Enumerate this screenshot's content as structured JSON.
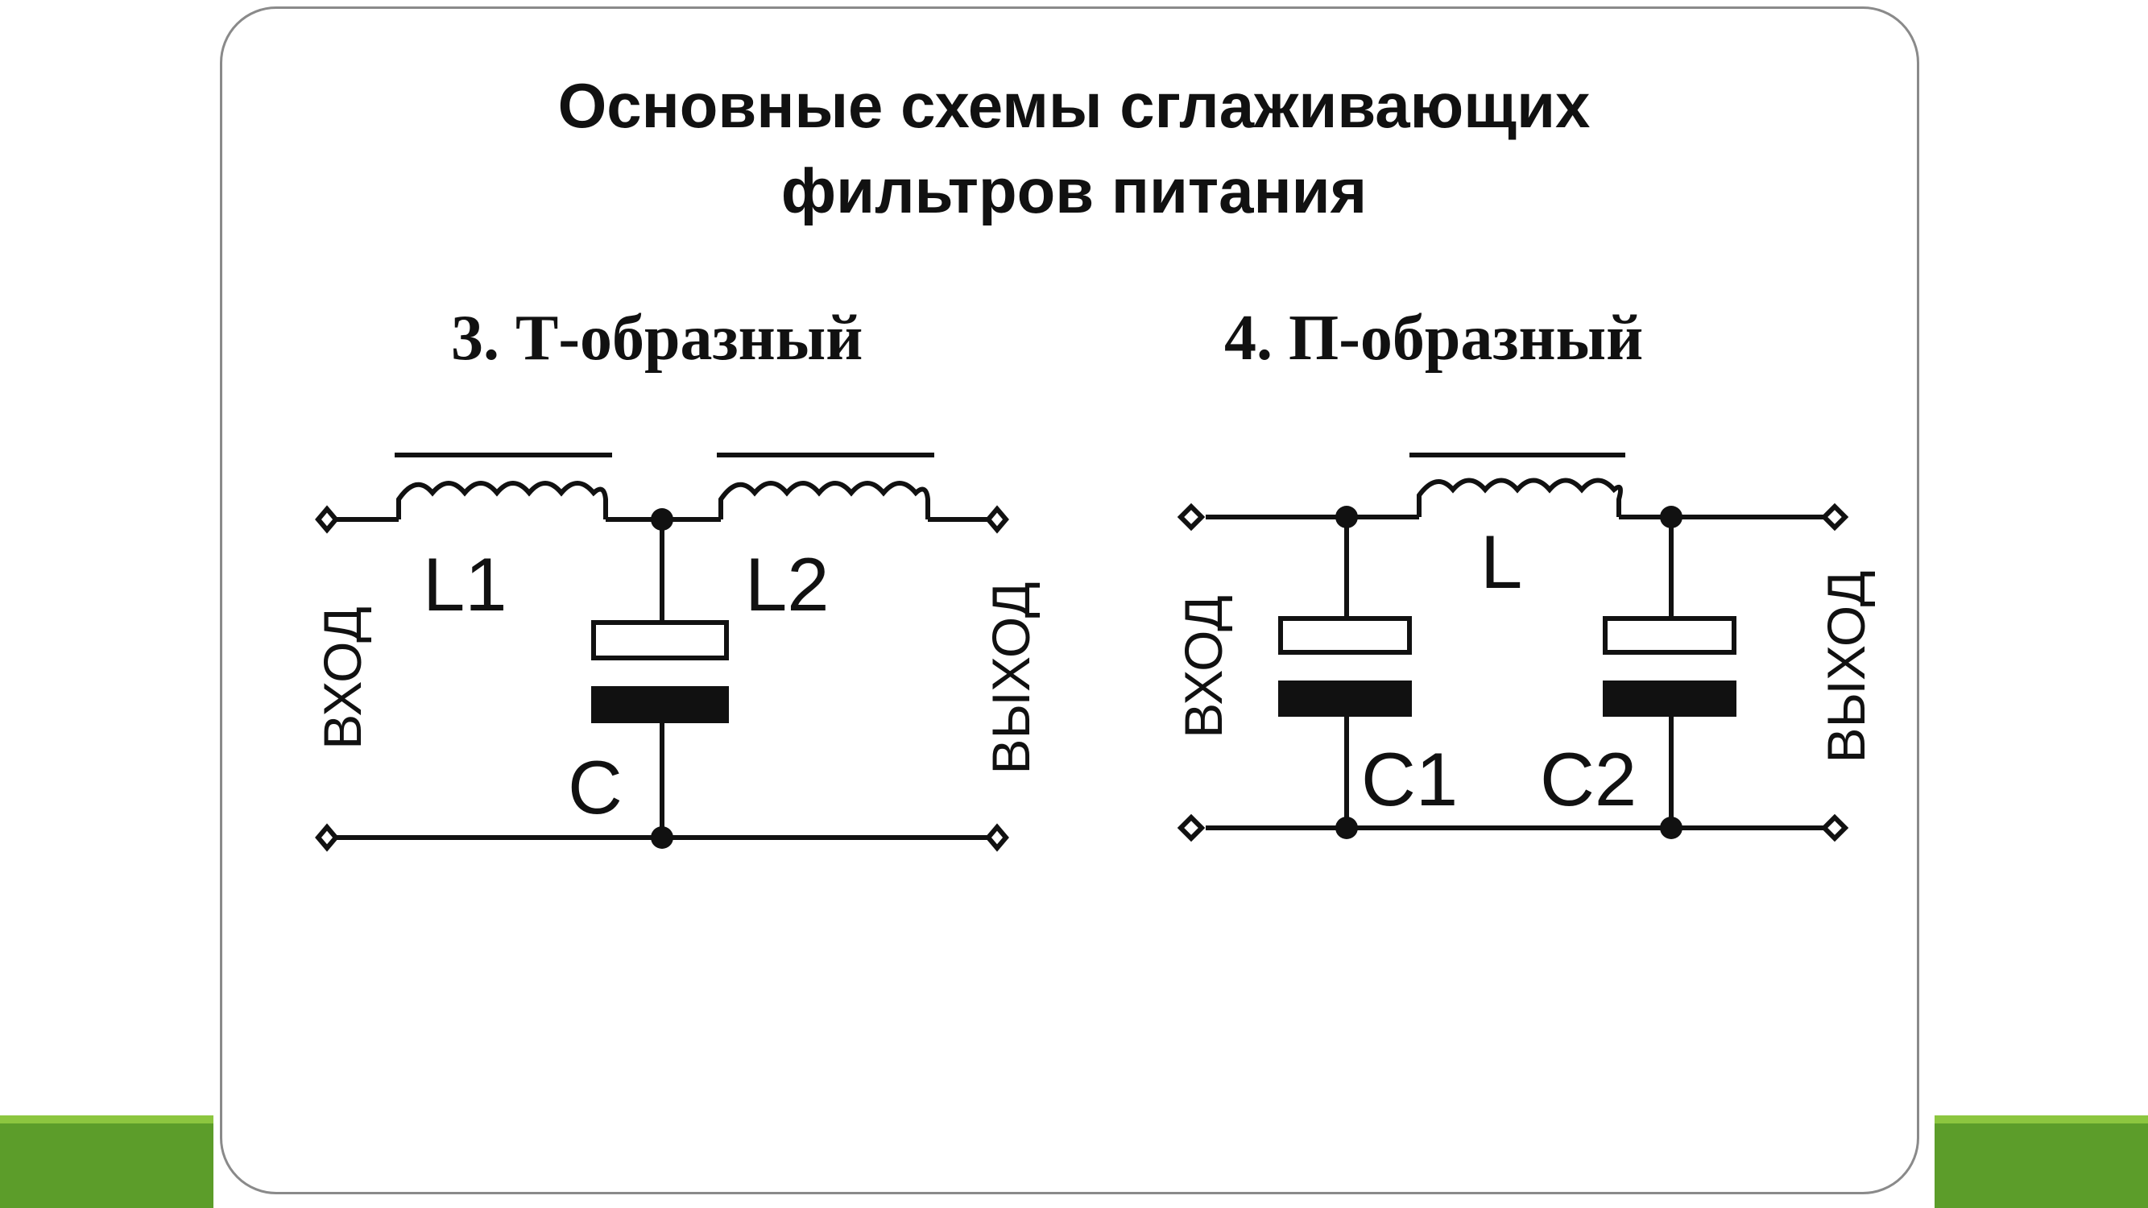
{
  "slide": {
    "title_line1": "Основные схемы сглаживающих",
    "title_line2": "фильтров питания",
    "accent_color": "#5c9d2a"
  },
  "t_filter": {
    "heading": "3. Т-образный",
    "inductor_1": "L1",
    "inductor_2": "L2",
    "capacitor": "C",
    "input_label": "ВХОД",
    "output_label": "ВЫХОД"
  },
  "pi_filter": {
    "heading": "4. П-образный",
    "inductor": "L",
    "capacitor_1": "C1",
    "capacitor_2": "C2",
    "input_label": "ВХОД",
    "output_label": "ВЫХОД"
  }
}
